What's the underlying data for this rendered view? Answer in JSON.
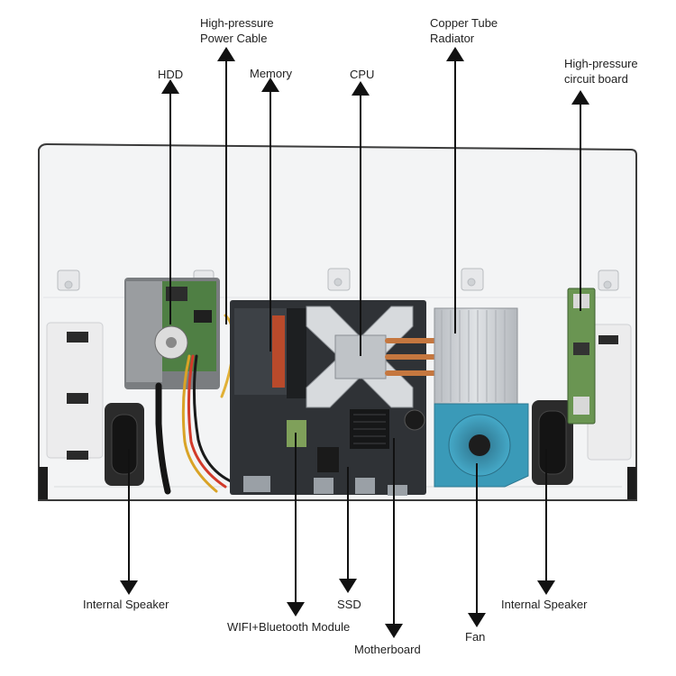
{
  "labels": {
    "hdd": "HDD",
    "power_cable": "High-pressure\nPower Cable",
    "memory": "Memory",
    "cpu": "CPU",
    "radiator": "Copper Tube\nRadiator",
    "circuit_board": "High-pressure\ncircuit board",
    "speaker_left": "Internal Speaker",
    "ssd": "SSD",
    "wifi_bt": "WIFI+Bluetooth Module",
    "motherboard": "Motherboard",
    "fan": "Fan",
    "speaker_right": "Internal Speaker"
  },
  "colors": {
    "chassis": "#f2f3f4",
    "board": "#2f3236",
    "heatsink": "#c9ccd0",
    "fan": "#3a9ab8",
    "pcb_green": "#5f8a4a",
    "arrow": "#111111"
  }
}
